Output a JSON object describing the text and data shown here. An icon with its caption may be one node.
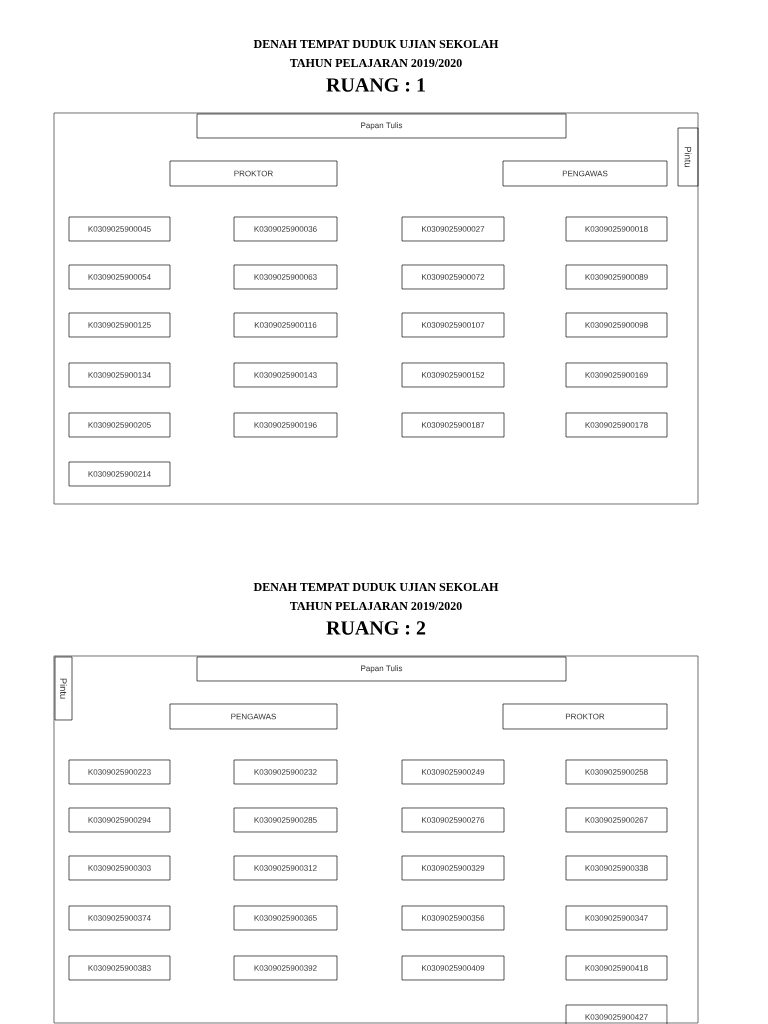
{
  "diagram": {
    "nodes": [
      {
        "text": [
          "DENAH TEMPAT DUDUK UJIAN SEKOLAH",
          "TAHUN PELAJARAN 2019/2020",
          "RUANG : 1"
        ]
      },
      {
        "text": [
          "Papan Tulis"
        ],
        "in": 0
      },
      {
        "text": [
          "Pintu"
        ],
        "in": 0
      },
      {
        "text": [
          "PROKTOR"
        ],
        "in": 0
      },
      {
        "text": [
          "PENGAWAS"
        ],
        "in": 0
      },
      {
        "text": [
          "K0309025900045"
        ],
        "in": 0
      },
      {
        "text": [
          "K0309025900036"
        ],
        "in": 0
      },
      {
        "text": [
          "K0309025900027"
        ],
        "in": 0
      },
      {
        "text": [
          "K0309025900018"
        ],
        "in": 0
      },
      {
        "text": [
          "K0309025900054"
        ],
        "in": 0
      },
      {
        "text": [
          "K0309025900063"
        ],
        "in": 0
      },
      {
        "text": [
          "K0309025900072"
        ],
        "in": 0
      },
      {
        "text": [
          "K0309025900089"
        ],
        "in": 0
      },
      {
        "text": [
          "K0309025900125"
        ],
        "in": 0
      },
      {
        "text": [
          "K0309025900116"
        ],
        "in": 0
      },
      {
        "text": [
          "K0309025900107"
        ],
        "in": 0
      },
      {
        "text": [
          "K0309025900098"
        ],
        "in": 0
      },
      {
        "text": [
          "K0309025900134"
        ],
        "in": 0
      },
      {
        "text": [
          "K0309025900143"
        ],
        "in": 0
      },
      {
        "text": [
          "K0309025900152"
        ],
        "in": 0
      },
      {
        "text": [
          "K0309025900169"
        ],
        "in": 0
      },
      {
        "text": [
          "K0309025900205"
        ],
        "in": 0
      },
      {
        "text": [
          "K0309025900196"
        ],
        "in": 0
      },
      {
        "text": [
          "K0309025900187"
        ],
        "in": 0
      },
      {
        "text": [
          "K0309025900178"
        ],
        "in": 0
      },
      {
        "text": [
          "K0309025900214"
        ],
        "in": 0
      },
      {
        "text": [
          "DENAH TEMPAT DUDUK UJIAN SEKOLAH",
          "TAHUN PELAJARAN 2019/2020",
          "RUANG : 2"
        ]
      },
      {
        "text": [
          "Papan Tulis"
        ],
        "in": 26
      },
      {
        "text": [
          "Pintu"
        ],
        "in": 26
      },
      {
        "text": [
          "PENGAWAS"
        ],
        "in": 26
      },
      {
        "text": [
          "PROKTOR"
        ],
        "in": 26
      },
      {
        "text": [
          "K0309025900223"
        ],
        "in": 26
      },
      {
        "text": [
          "K0309025900232"
        ],
        "in": 26
      },
      {
        "text": [
          "K0309025900249"
        ],
        "in": 26
      },
      {
        "text": [
          "K0309025900258"
        ],
        "in": 26
      },
      {
        "text": [
          "K0309025900294"
        ],
        "in": 26
      },
      {
        "text": [
          "K0309025900285"
        ],
        "in": 26
      },
      {
        "text": [
          "K0309025900276"
        ],
        "in": 26
      },
      {
        "text": [
          "K0309025900267"
        ],
        "in": 26
      },
      {
        "text": [
          "K0309025900303"
        ],
        "in": 26
      },
      {
        "text": [
          "K0309025900312"
        ],
        "in": 26
      },
      {
        "text": [
          "K0309025900329"
        ],
        "in": 26
      },
      {
        "text": [
          "K0309025900338"
        ],
        "in": 26
      },
      {
        "text": [
          "K0309025900374"
        ],
        "in": 26
      },
      {
        "text": [
          "K0309025900365"
        ],
        "in": 26
      },
      {
        "text": [
          "K0309025900356"
        ],
        "in": 26
      },
      {
        "text": [
          "K0309025900347"
        ],
        "in": 26
      },
      {
        "text": [
          "K0309025900383"
        ],
        "in": 26
      },
      {
        "text": [
          "K0309025900392"
        ],
        "in": 26
      },
      {
        "text": [
          "K0309025900409"
        ],
        "in": 26
      },
      {
        "text": [
          "K0309025900418"
        ],
        "in": 26
      },
      {
        "text": [
          "K0309025900427"
        ],
        "in": 26
      }
    ]
  }
}
